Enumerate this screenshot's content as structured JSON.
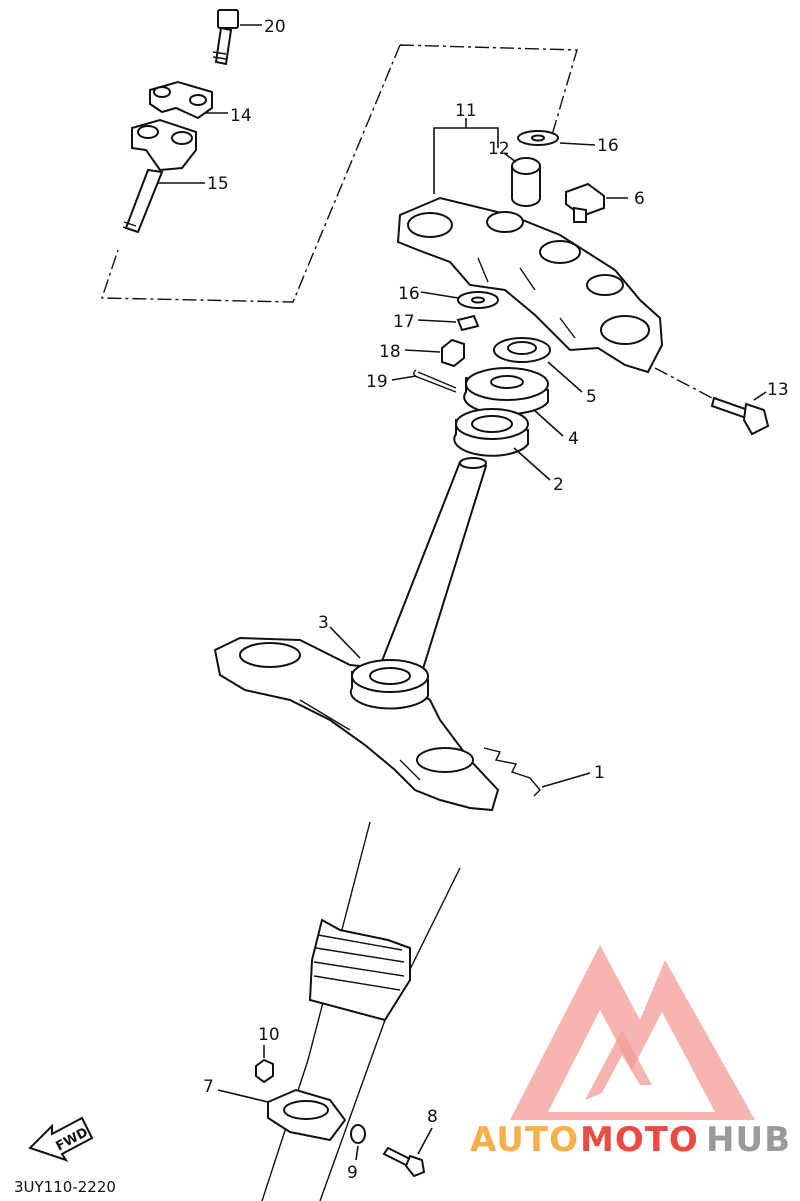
{
  "diagram": {
    "code": "3UY110-2220",
    "fwd_label": "FWD",
    "callouts": {
      "p1": "1",
      "p2": "2",
      "p3": "3",
      "p4": "4",
      "p5": "5",
      "p6": "6",
      "p7": "7",
      "p8": "8",
      "p9": "9",
      "p10": "10",
      "p11": "11",
      "p12": "12",
      "p13": "13",
      "p14": "14",
      "p15": "15",
      "p16a": "16",
      "p16b": "16",
      "p17": "17",
      "p18": "18",
      "p19": "19",
      "p20": "20"
    }
  },
  "watermark": {
    "text_a": "AUTO",
    "text_b": "MOTO",
    "text_c": "HUB",
    "colors": {
      "orange": "#f5b04a",
      "red": "#ea4b43",
      "gray": "#9a9a9a",
      "logo": "#f28b86"
    }
  }
}
